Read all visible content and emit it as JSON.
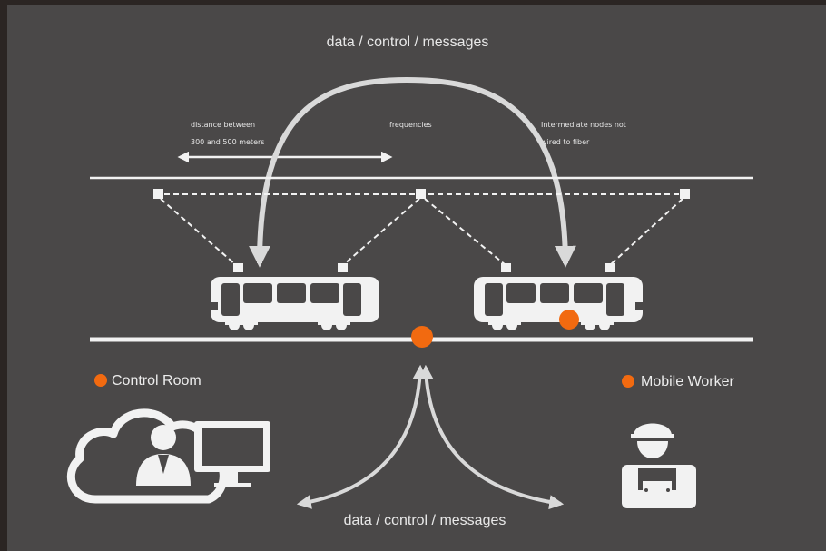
{
  "diagram": {
    "top_label": "data / control  / messages",
    "bottom_label": "data / control  / messages",
    "distance_label_line1": "distance between",
    "distance_label_line2": "300 and 500 meters",
    "frequencies_label": "frequencies",
    "nodes_label_line1": "Intermediate nodes not",
    "nodes_label_line2": "wired to fiber",
    "control_room_label": "Control Room",
    "mobile_worker_label": "Mobile Worker"
  },
  "colors": {
    "panel_bg": "#4a4848",
    "outer_bg": "#2b2523",
    "line": "#f2f2f2",
    "arrow": "#d9d9d9",
    "accent_orange": "#f26a10"
  },
  "icons": [
    "tram-icon",
    "cloud-icon",
    "user-icon",
    "monitor-icon",
    "worker-icon"
  ]
}
